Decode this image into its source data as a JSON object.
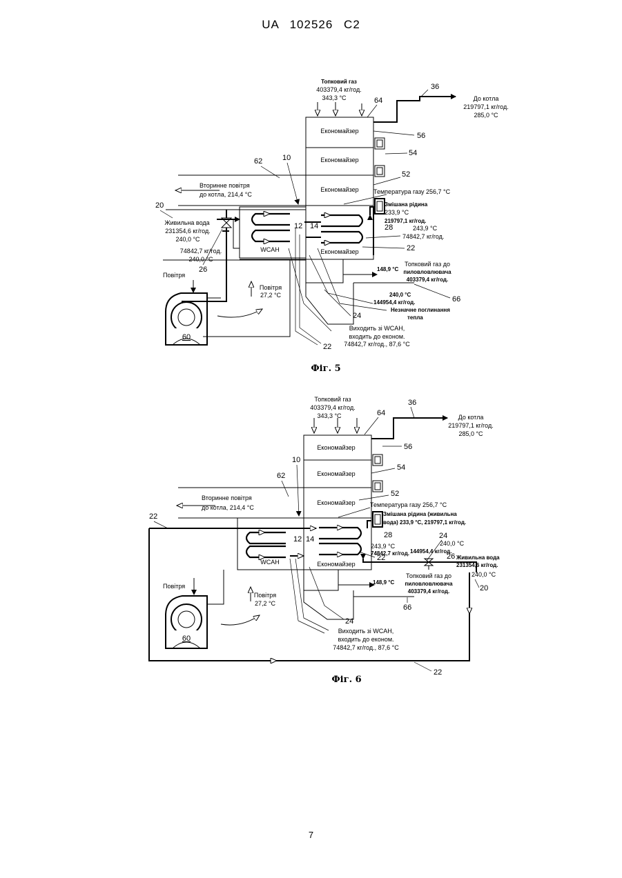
{
  "header": "UA 102526 C2",
  "page_number": "7",
  "fig5": {
    "caption": "Фіг. 5",
    "fuel_gas": [
      "Топковий газ",
      "403379,4 кг/год.",
      "343,3 °C"
    ],
    "to_boiler": [
      "До котла",
      "219797,1 кг/год.",
      "285,0 °C"
    ],
    "econ_labels": [
      "Економайзер",
      "Економайзер",
      "Економайзер",
      "Економайзер"
    ],
    "secondary_air": [
      "Вторинне повітря",
      "до котла, 214,4 °C"
    ],
    "gas_temp": "Температура газу 256,7 °C",
    "mixed_fluid": [
      "Змішана рідина",
      "233,9 °C",
      "219797,1 кг/год."
    ],
    "feed_water": [
      "Живильна вода",
      "231354,6 кг/год.",
      "240,0 °C"
    ],
    "flow_243": [
      "243,9 °C",
      "74842,7 кг/год."
    ],
    "flow_left": [
      "74842,7 кг/год.",
      "240,0 °C"
    ],
    "wcah": "WCAH",
    "air_in": "Повітря",
    "air_temp": [
      "Повітря",
      "27,2 °C"
    ],
    "gas_to_dust": [
      "Топковий газ до",
      "пиловловлювача",
      "403379,4 кг/год."
    ],
    "gas_out_temp": "148,9 °C",
    "bypass": [
      "240,0 °C",
      "144954,4 кг/год."
    ],
    "minor_heat": [
      "Незначне поглинання",
      "тепла"
    ],
    "exit_wcah": [
      "Виходить зі WCAH,",
      "входить до економ.",
      "74842,7 кг/год., 87,6 °C"
    ],
    "refs": {
      "r36": "36",
      "r64": "64",
      "r56": "56",
      "r54": "54",
      "r52": "52",
      "r62": "62",
      "r10": "10",
      "r20": "20",
      "r12": "12",
      "r14": "14",
      "r28": "28",
      "r22a": "22",
      "r26": "26",
      "r24": "24",
      "r66": "66",
      "r22b": "22",
      "r60": "60"
    }
  },
  "fig6": {
    "caption": "Фіг. 6",
    "fuel_gas": [
      "Топковий газ",
      "403379,4 кг/год.",
      "343,3 °C"
    ],
    "to_boiler": [
      "До котла",
      "219797,1 кг/год.",
      "285,0 °C"
    ],
    "econ_labels": [
      "Економайзер",
      "Економайзер",
      "Економайзер",
      "Економайзер"
    ],
    "secondary_air": [
      "Вторинне повітря",
      "до котла, 214,4 °C"
    ],
    "gas_temp": "Температура газу 256,7 °C",
    "mixed_fluid": [
      "Змішана рідина (живильна",
      "вода) 233,9 °C, 219797,1 кг/год."
    ],
    "flow_243": [
      "243,9 °C",
      "74842,7 кг/год."
    ],
    "bypass": [
      "240,0 °C",
      "144954,4 кг/год."
    ],
    "feed_water": [
      "Живильна вода",
      "231354,6 кг/год."
    ],
    "feed_temp": "240,0 °C",
    "wcah": "WCAH",
    "air_in": "Повітря",
    "air_temp": [
      "Повітря",
      "27,2 °C"
    ],
    "gas_to_dust": [
      "Топковий газ до",
      "пиловловлювача",
      "403379,4 кг/год."
    ],
    "gas_out_temp": "148,9 °C",
    "exit_wcah": [
      "Виходить зі WCAH,",
      "входить до економ.",
      "74842,7 кг/год., 87,6 °C"
    ],
    "refs": {
      "r36": "36",
      "r64": "64",
      "r10": "10",
      "r56": "56",
      "r62": "62",
      "r54": "54",
      "r52": "52",
      "r22a": "22",
      "r12": "12",
      "r14": "14",
      "r28": "28",
      "r24a": "24",
      "r26": "26",
      "r22b": "22",
      "r20": "20",
      "r66": "66",
      "r24b": "24",
      "r60": "60",
      "r22c": "22"
    }
  }
}
